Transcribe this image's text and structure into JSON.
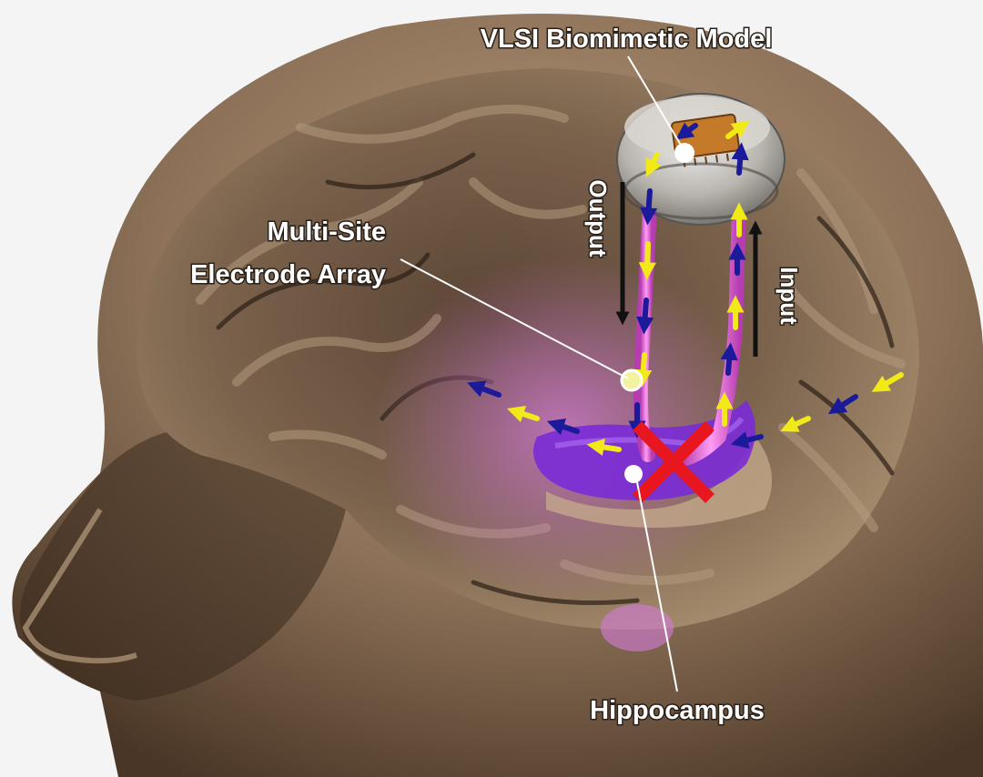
{
  "labels": {
    "vlsi_model": "VLSI Biomimetic Model",
    "electrode_array_line1": "Multi-Site",
    "electrode_array_line2": "Electrode Array",
    "hippocampus": "Hippocampus",
    "output": "Output",
    "input": "Input"
  },
  "colors": {
    "background": "#f4f4f4",
    "head_skin": "#8c7158",
    "head_shadow": "#3a2a1e",
    "brain_fold": "#9b8368",
    "electrode_pathway": "#e05fd8",
    "hippocampus_region": "#7a2bd6",
    "arrow_yellow": "#f2ea18",
    "arrow_blue": "#1a1a9a",
    "lesion_cross": "#e8161e",
    "label_text": "#ffffff"
  },
  "icons": {
    "lesion": "red-x-icon",
    "device": "implant-chip-icon",
    "electrode_site": "electrode-dot-icon"
  }
}
